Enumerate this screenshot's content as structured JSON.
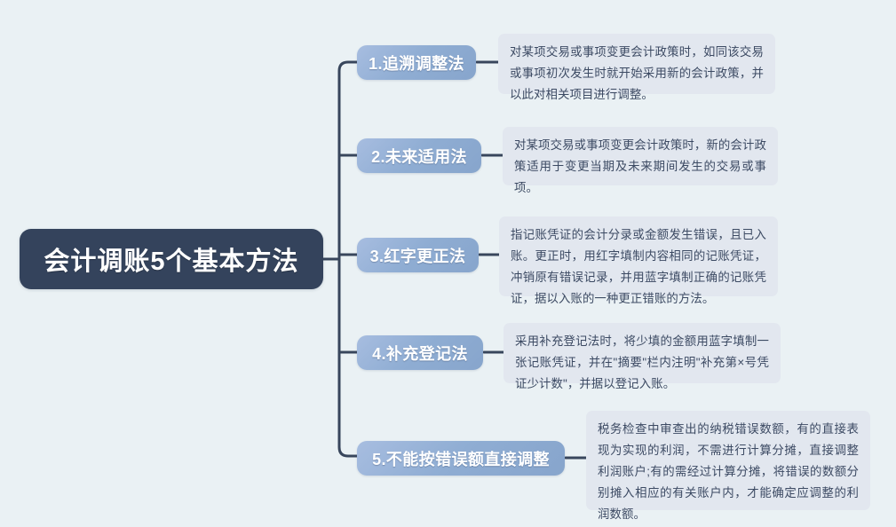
{
  "page": {
    "title": "会计调账5个基本方法",
    "background_color": "#eaf1f4"
  },
  "theme": {
    "root_bg": "#34435c",
    "root_text": "#ffffff",
    "branch_bg": "#8fadd3",
    "branch_text": "#ffffff",
    "desc_bg": "#e2e7ef",
    "desc_text": "#3c4a63",
    "connector": "#38465c"
  },
  "mindmap": {
    "root": {
      "label": "会计调账5个基本方法"
    },
    "branches": [
      {
        "label": "1.追溯调整法",
        "description": "对某项交易或事项变更会计政策时，如同该交易或事项初次发生时就开始采用新的会计政策，并以此对相关项目进行调整。"
      },
      {
        "label": "2.未来适用法",
        "description": "对某项交易或事项变更会计政策时，新的会计政策适用于变更当期及未来期间发生的交易或事项。"
      },
      {
        "label": "3.红字更正法",
        "description": "指记账凭证的会计分录或金额发生错误，且已入账。更正时，用红字填制内容相同的记账凭证，冲销原有错误记录，并用蓝字填制正确的记账凭证，据以入账的一种更正错账的方法。"
      },
      {
        "label": "4.补充登记法",
        "description": "采用补充登记法时，将少填的金额用蓝字填制一张记账凭证，并在\"摘要\"栏内注明\"补充第×号凭证少计数\"，并据以登记入账。"
      },
      {
        "label": "5.不能按错误额直接调整",
        "description": "税务检查中审查出的纳税错误数额，有的直接表现为实现的利润，不需进行计算分摊，直接调整利润账户;有的需经过计算分摊，将错误的数额分别摊入相应的有关账户内，才能确定应调整的利润数额。"
      }
    ]
  }
}
